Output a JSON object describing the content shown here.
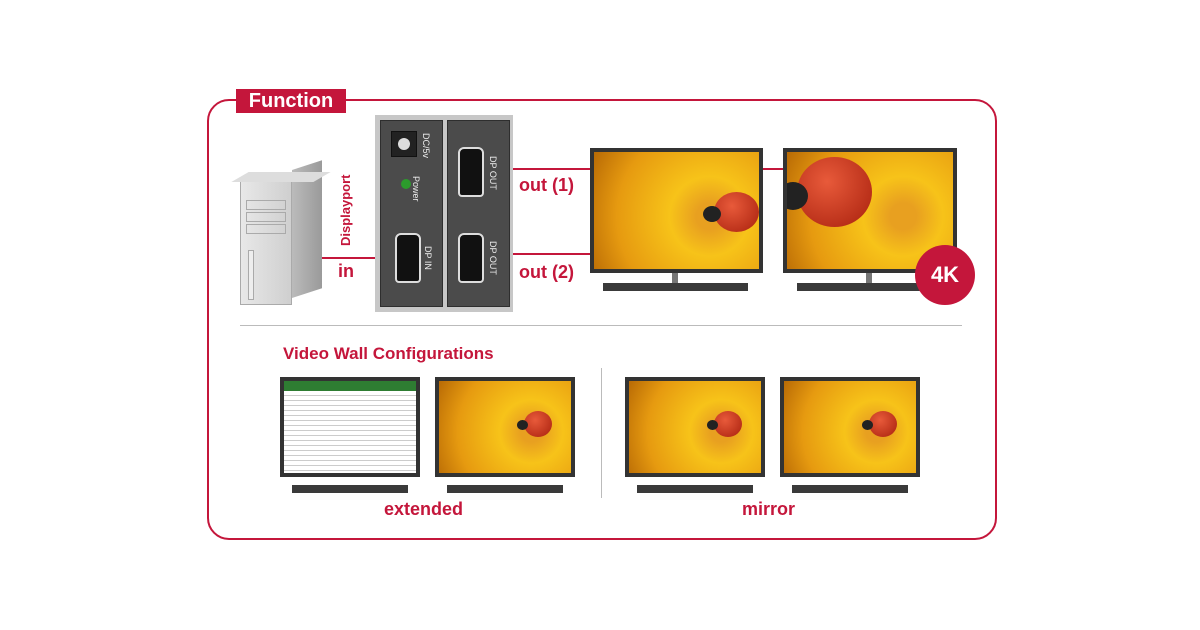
{
  "title": "Function",
  "labels": {
    "displayport": "Displayport",
    "in": "in",
    "out1": "out (1)",
    "out2": "out (2)",
    "badge": "4K"
  },
  "device": {
    "dc": "DC/5v",
    "power": "Power",
    "dp_in": "DP IN",
    "dp_out1": "DP OUT",
    "dp_out2": "DP OUT"
  },
  "section_title": "Video Wall Configurations",
  "configs": [
    {
      "label": "extended"
    },
    {
      "label": "mirror"
    }
  ],
  "colors": {
    "accent": "#c4163b"
  }
}
